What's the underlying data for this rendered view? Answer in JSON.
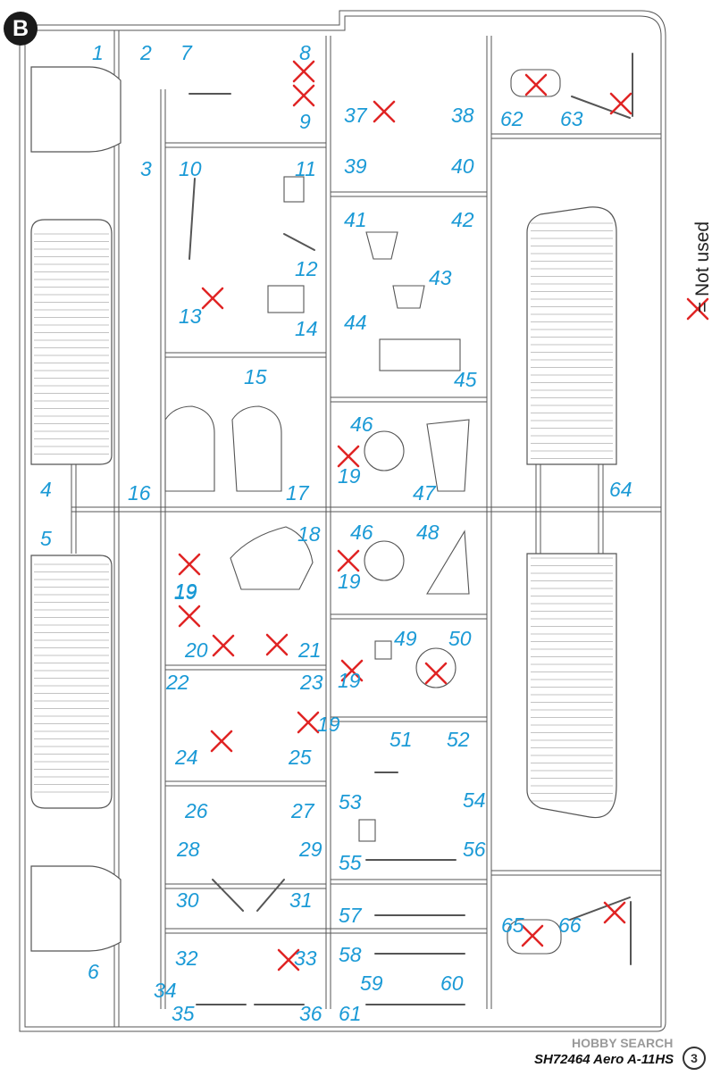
{
  "sprue": {
    "letter": "B",
    "legend": "= Not used",
    "kit_code": "SH72464 Aero A-11HS",
    "watermark": "HOBBY SEARCH",
    "page_number": "3",
    "accent_color": "#1b9ad6",
    "cross_color": "#e02424"
  },
  "parts": [
    {
      "id": "p1",
      "label": "1"
    },
    {
      "id": "p2",
      "label": "2"
    },
    {
      "id": "p3",
      "label": "3"
    },
    {
      "id": "p4",
      "label": "4"
    },
    {
      "id": "p5",
      "label": "5"
    },
    {
      "id": "p6",
      "label": "6"
    },
    {
      "id": "p7",
      "label": "7"
    },
    {
      "id": "p8",
      "label": "8",
      "unused": true
    },
    {
      "id": "p9",
      "label": "9",
      "unused": true
    },
    {
      "id": "p10",
      "label": "10"
    },
    {
      "id": "p11",
      "label": "11"
    },
    {
      "id": "p12",
      "label": "12"
    },
    {
      "id": "p13",
      "label": "13",
      "unused": true
    },
    {
      "id": "p14",
      "label": "14"
    },
    {
      "id": "p15",
      "label": "15"
    },
    {
      "id": "p16",
      "label": "16"
    },
    {
      "id": "p17",
      "label": "17"
    },
    {
      "id": "p18",
      "label": "18"
    },
    {
      "id": "p19a",
      "label": "19",
      "unused": true
    },
    {
      "id": "p19b",
      "label": "19",
      "unused": true
    },
    {
      "id": "p19c",
      "label": "19",
      "unused": true
    },
    {
      "id": "p19d",
      "label": "19",
      "unused": true
    },
    {
      "id": "p19e",
      "label": "19",
      "unused": true
    },
    {
      "id": "p19f",
      "label": "19",
      "unused": true
    },
    {
      "id": "p19g",
      "label": "19",
      "unused": true
    },
    {
      "id": "p20",
      "label": "20",
      "unused": true
    },
    {
      "id": "p21",
      "label": "21",
      "unused": true
    },
    {
      "id": "p22",
      "label": "22"
    },
    {
      "id": "p23",
      "label": "23"
    },
    {
      "id": "p24",
      "label": "24",
      "unused": true
    },
    {
      "id": "p25",
      "label": "25"
    },
    {
      "id": "p26",
      "label": "26"
    },
    {
      "id": "p27",
      "label": "27"
    },
    {
      "id": "p28",
      "label": "28"
    },
    {
      "id": "p29",
      "label": "29"
    },
    {
      "id": "p30",
      "label": "30"
    },
    {
      "id": "p31",
      "label": "31"
    },
    {
      "id": "p32",
      "label": "32"
    },
    {
      "id": "p33",
      "label": "33",
      "unused": true
    },
    {
      "id": "p34",
      "label": "34"
    },
    {
      "id": "p35",
      "label": "35"
    },
    {
      "id": "p36",
      "label": "36"
    },
    {
      "id": "p37",
      "label": "37",
      "unused": true
    },
    {
      "id": "p38",
      "label": "38"
    },
    {
      "id": "p39",
      "label": "39"
    },
    {
      "id": "p40",
      "label": "40"
    },
    {
      "id": "p41",
      "label": "41"
    },
    {
      "id": "p42",
      "label": "42"
    },
    {
      "id": "p43",
      "label": "43"
    },
    {
      "id": "p44",
      "label": "44"
    },
    {
      "id": "p45",
      "label": "45"
    },
    {
      "id": "p46a",
      "label": "46"
    },
    {
      "id": "p46b",
      "label": "46"
    },
    {
      "id": "p47",
      "label": "47"
    },
    {
      "id": "p48",
      "label": "48"
    },
    {
      "id": "p49",
      "label": "49"
    },
    {
      "id": "p50",
      "label": "50",
      "unused": true
    },
    {
      "id": "p51",
      "label": "51"
    },
    {
      "id": "p52",
      "label": "52"
    },
    {
      "id": "p53",
      "label": "53"
    },
    {
      "id": "p54",
      "label": "54"
    },
    {
      "id": "p55",
      "label": "55"
    },
    {
      "id": "p56",
      "label": "56"
    },
    {
      "id": "p57",
      "label": "57"
    },
    {
      "id": "p58",
      "label": "58"
    },
    {
      "id": "p59",
      "label": "59"
    },
    {
      "id": "p60",
      "label": "60"
    },
    {
      "id": "p61",
      "label": "61"
    },
    {
      "id": "p62",
      "label": "62",
      "unused": true
    },
    {
      "id": "p63",
      "label": "63",
      "unused": true
    },
    {
      "id": "p64",
      "label": "64"
    },
    {
      "id": "p65",
      "label": "65",
      "unused": true
    },
    {
      "id": "p66",
      "label": "66",
      "unused": true
    }
  ]
}
